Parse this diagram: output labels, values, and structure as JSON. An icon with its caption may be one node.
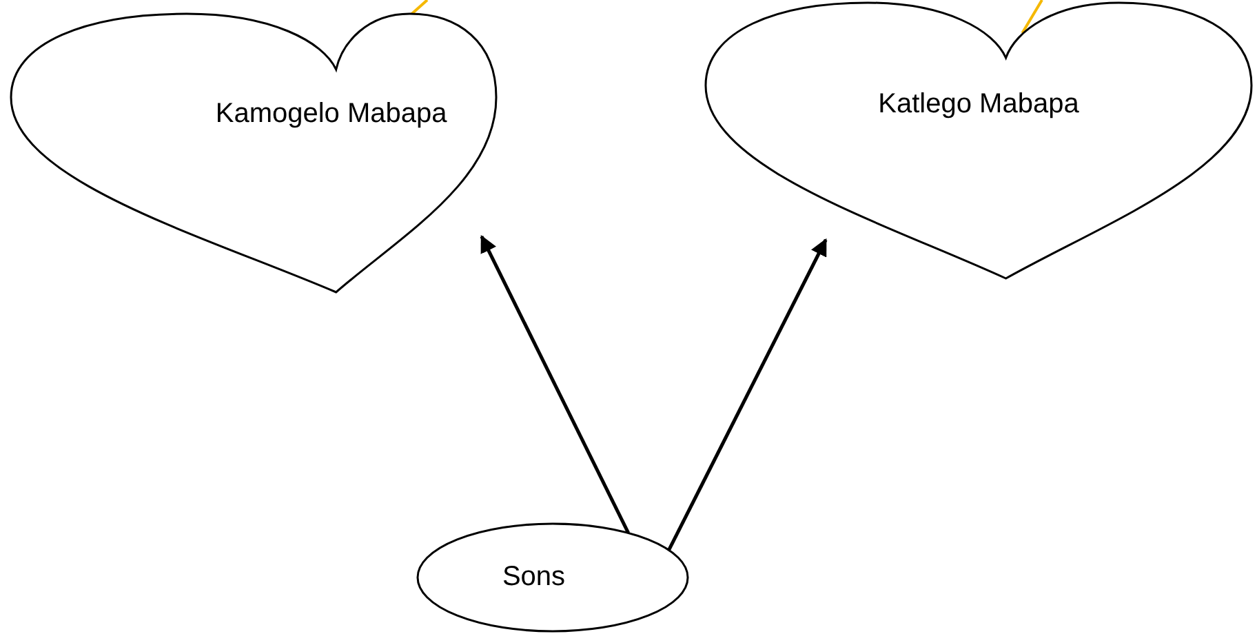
{
  "diagram": {
    "nodes": [
      {
        "text": [
          "Kamogelo Mabapa"
        ]
      },
      {
        "text": [
          "Katlego Mabapa"
        ]
      },
      {
        "text": [
          "Sons"
        ]
      }
    ],
    "edges": [
      {
        "from": 2,
        "to": 0,
        "arrow": "to"
      },
      {
        "from": 2,
        "to": 1,
        "arrow": "to"
      },
      {
        "from": null,
        "to": 0,
        "arrow": "none",
        "color": "#f5b800"
      },
      {
        "from": null,
        "to": 1,
        "arrow": "none",
        "color": "#f5b800"
      }
    ]
  }
}
